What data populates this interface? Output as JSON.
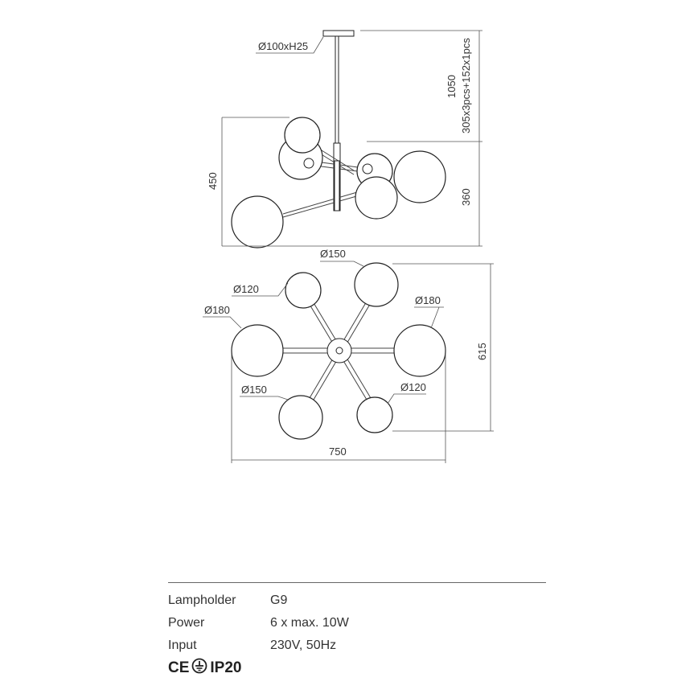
{
  "drawing": {
    "side_view": {
      "canopy_label": "Ø100xH25",
      "height_total": "1050",
      "rod_spec": "305x3pcs+152x1pcs",
      "height_body": "450",
      "height_lower": "360"
    },
    "top_view": {
      "labels": {
        "d150_top": "Ø150",
        "d120_left": "Ø120",
        "d180_left": "Ø180",
        "d180_right": "Ø180",
        "d150_bottom": "Ø150",
        "d120_right": "Ø120"
      },
      "width": "750",
      "depth": "615"
    }
  },
  "specs": [
    {
      "key": "Lampholder",
      "value": "G9"
    },
    {
      "key": "Power",
      "value": "6 x max. 10W"
    },
    {
      "key": "Input",
      "value": "230V, 50Hz"
    }
  ],
  "certifications": {
    "ce": "CE",
    "ip": "IP20",
    "icons": [
      "ce-mark-icon",
      "class-one-earth-icon",
      "ip20-mark"
    ]
  }
}
